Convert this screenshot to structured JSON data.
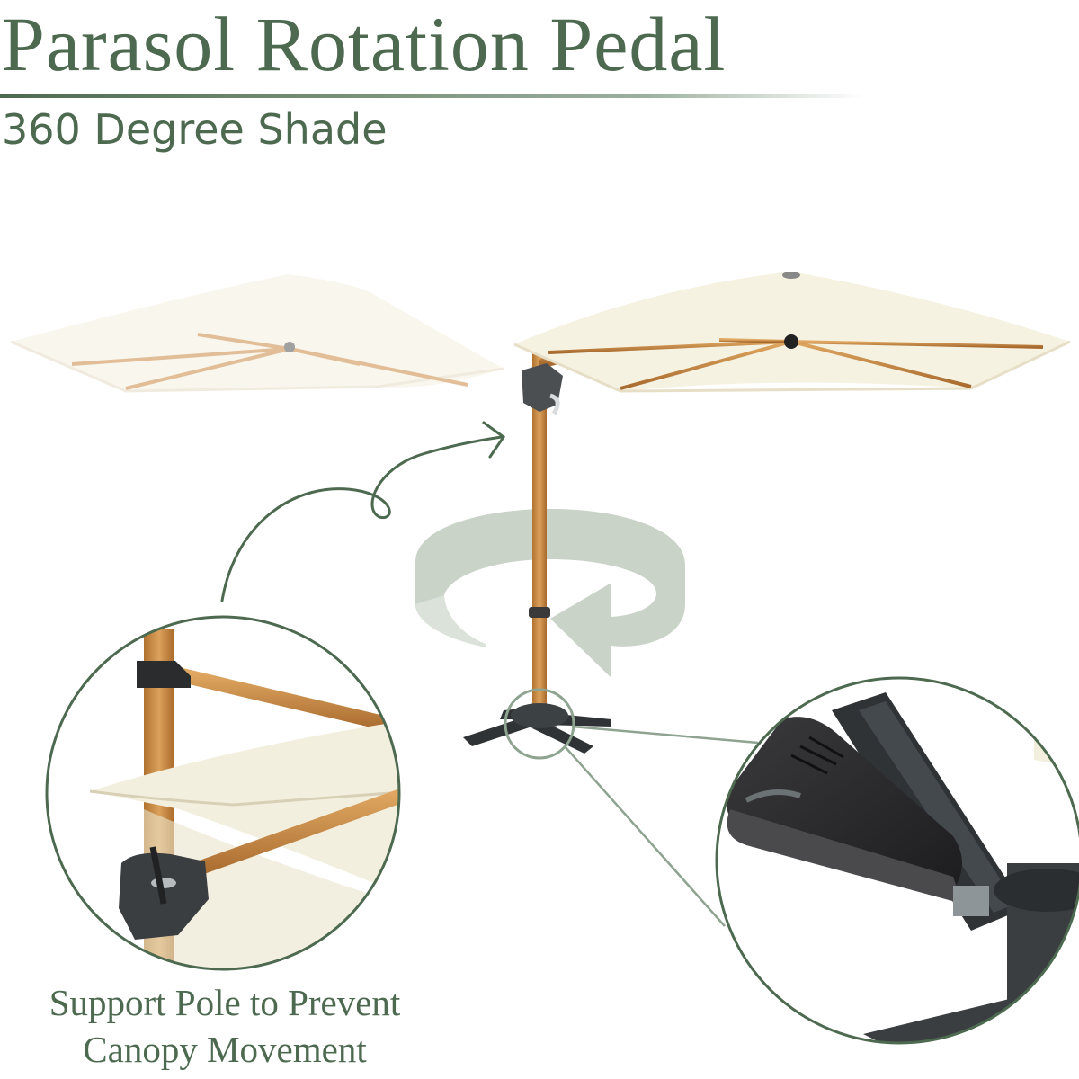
{
  "heading": {
    "title": "Parasol Rotation Pedal",
    "subtitle": "360 Degree Shade"
  },
  "caption": {
    "line1": "Support Pole to Prevent",
    "line2": "Canopy Movement"
  },
  "colors": {
    "brand_green": "#4d6a50",
    "canopy": "#f5f1e2",
    "wood": "#c98a45",
    "rotation_arrow": "#c9d3c8",
    "base": "#2f3336",
    "callout_line": "#8fa391"
  },
  "icons": {
    "rotation": "circular-arrow-icon",
    "pointer": "curved-arrow-icon"
  }
}
